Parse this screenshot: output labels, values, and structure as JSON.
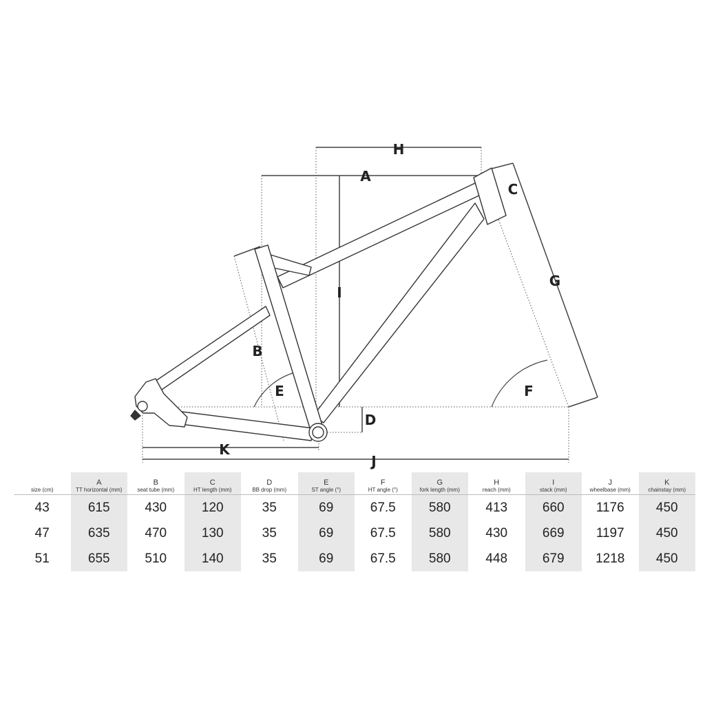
{
  "labels": {
    "A": "A",
    "B": "B",
    "C": "C",
    "D": "D",
    "E": "E",
    "F": "F",
    "G": "G",
    "H": "H",
    "I": "I",
    "J": "J",
    "K": "K"
  },
  "table": {
    "headers": [
      {
        "letter": "",
        "text": "size (cm)"
      },
      {
        "letter": "A",
        "text": "TT horizontal (mm)"
      },
      {
        "letter": "B",
        "text": "seat tube (mm)"
      },
      {
        "letter": "C",
        "text": "HT length (mm)"
      },
      {
        "letter": "D",
        "text": "BB drop (mm)"
      },
      {
        "letter": "E",
        "text": "ST angle (°)"
      },
      {
        "letter": "F",
        "text": "HT angle (°)"
      },
      {
        "letter": "G",
        "text": "fork length (mm)"
      },
      {
        "letter": "H",
        "text": "reach (mm)"
      },
      {
        "letter": "I",
        "text": "stack (mm)"
      },
      {
        "letter": "J",
        "text": "wheelbase (mm)"
      },
      {
        "letter": "K",
        "text": "chainstay (mm)"
      }
    ],
    "rows": [
      [
        "43",
        "615",
        "430",
        "120",
        "35",
        "69",
        "67.5",
        "580",
        "413",
        "660",
        "1176",
        "450"
      ],
      [
        "47",
        "635",
        "470",
        "130",
        "35",
        "69",
        "67.5",
        "580",
        "430",
        "669",
        "1197",
        "450"
      ],
      [
        "51",
        "655",
        "510",
        "140",
        "35",
        "69",
        "67.5",
        "580",
        "448",
        "679",
        "1218",
        "450"
      ]
    ]
  }
}
